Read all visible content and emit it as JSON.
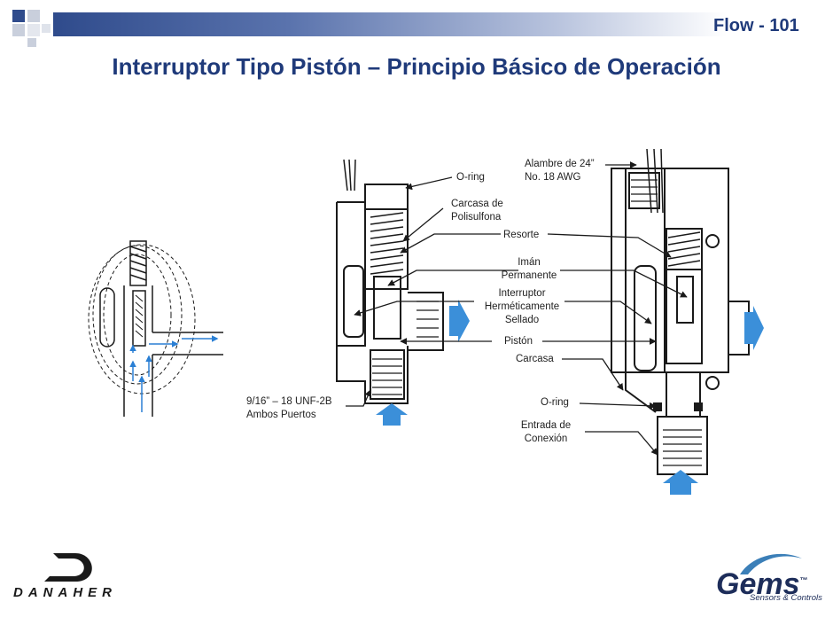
{
  "header": {
    "code": "Flow - 101"
  },
  "title": "Interruptor Tipo Pistón – Principio Básico de Operación",
  "left_labels": {
    "oring": "O-ring",
    "carcasa_polisulfona": [
      "Carcasa de",
      "Polisulfona"
    ],
    "ports": [
      "9/16” – 18 UNF-2B",
      "Ambos Puertos"
    ]
  },
  "center_labels": {
    "resorte": "Resorte",
    "iman": [
      "Imán",
      "Permanente"
    ],
    "interruptor": [
      "Interruptor",
      "Herméticamente",
      "Sellado"
    ],
    "piston": "Pistón",
    "carcasa": "Carcasa",
    "oring2": "O-ring",
    "entrada": [
      "Entrada de",
      "Conexión"
    ]
  },
  "right_labels": {
    "alambre": [
      "Alambre de 24”",
      "No. 18 AWG"
    ]
  },
  "logos": {
    "danaher": "DANAHER",
    "gems": "Gems",
    "gems_tm": "™",
    "gems_sub": "Sensors & Controls"
  },
  "colors": {
    "title": "#1f3a7a",
    "arrow": "#3b8fd9",
    "line": "#1a1a1a",
    "flow": "#2a7fd4"
  }
}
